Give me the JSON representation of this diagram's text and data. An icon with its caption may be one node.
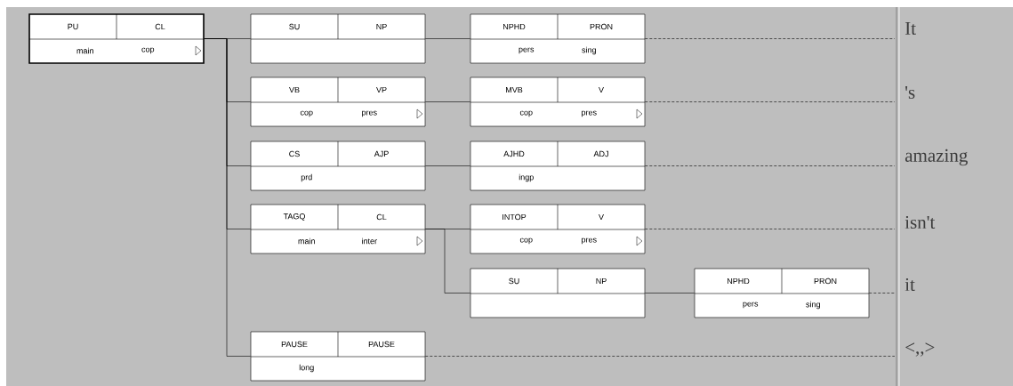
{
  "diagram": {
    "nodes": [
      {
        "text": [
          "PU",
          "CL",
          "main",
          "cop"
        ]
      },
      {
        "text": [
          "SU",
          "NP"
        ]
      },
      {
        "text": [
          "NPHD",
          "PRON",
          "pers",
          "sing"
        ]
      },
      {
        "text": [
          "It"
        ]
      },
      {
        "text": [
          "VB",
          "VP",
          "cop",
          "pres"
        ]
      },
      {
        "text": [
          "MVB",
          "V",
          "cop",
          "pres"
        ]
      },
      {
        "text": [
          "'s"
        ]
      },
      {
        "text": [
          "CS",
          "AJP",
          "prd"
        ]
      },
      {
        "text": [
          "AJHD",
          "ADJ",
          "ingp"
        ]
      },
      {
        "text": [
          "amazing"
        ]
      },
      {
        "text": [
          "TAGQ",
          "CL",
          "main",
          "inter"
        ]
      },
      {
        "text": [
          "INTOP",
          "V",
          "cop",
          "pres"
        ]
      },
      {
        "text": [
          "isn't"
        ]
      },
      {
        "text": [
          "SU",
          "NP"
        ]
      },
      {
        "text": [
          "NPHD",
          "PRON",
          "pers",
          "sing"
        ]
      },
      {
        "text": [
          "it"
        ]
      },
      {
        "text": [
          "PAUSE",
          "PAUSE",
          "long"
        ]
      },
      {
        "text": [
          "<,,>"
        ]
      }
    ],
    "edges": [
      {
        "from": 0,
        "to": 1,
        "arrow": "none"
      },
      {
        "from": 0,
        "to": 4,
        "arrow": "none"
      },
      {
        "from": 0,
        "to": 7,
        "arrow": "none"
      },
      {
        "from": 0,
        "to": 10,
        "arrow": "none"
      },
      {
        "from": 0,
        "to": 16,
        "arrow": "none"
      },
      {
        "from": 1,
        "to": 2,
        "arrow": "none"
      },
      {
        "from": 4,
        "to": 5,
        "arrow": "none"
      },
      {
        "from": 7,
        "to": 8,
        "arrow": "none"
      },
      {
        "from": 10,
        "to": 11,
        "arrow": "none"
      },
      {
        "from": 10,
        "to": 13,
        "arrow": "none"
      },
      {
        "from": 13,
        "to": 14,
        "arrow": "none"
      },
      {
        "from": 2,
        "to": 3,
        "arrow": "none",
        "style": "dashed"
      },
      {
        "from": 5,
        "to": 6,
        "arrow": "none",
        "style": "dashed"
      },
      {
        "from": 8,
        "to": 9,
        "arrow": "none",
        "style": "dashed"
      },
      {
        "from": 11,
        "to": 12,
        "arrow": "none",
        "style": "dashed"
      },
      {
        "from": 14,
        "to": 15,
        "arrow": "none",
        "style": "dashed"
      },
      {
        "from": 16,
        "to": 17,
        "arrow": "none",
        "style": "dashed"
      }
    ]
  }
}
